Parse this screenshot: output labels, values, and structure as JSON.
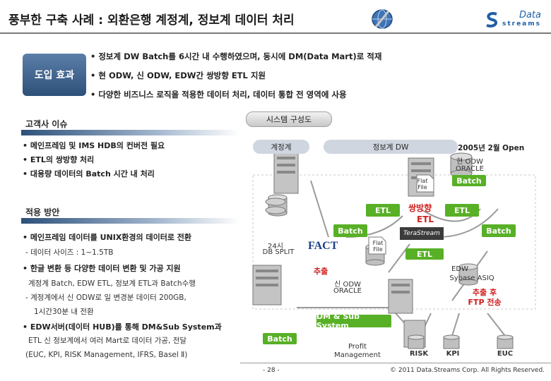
{
  "header": {
    "title": "풍부한 구축 사례 : 외환은행 계정계, 정보계 데이터 처리",
    "logo_line1": "Data",
    "logo_line2": "streams"
  },
  "intro": {
    "label": "도입 효과",
    "items": [
      "• 정보계 DW Batch를 6시간 내 수행하였으며, 동시에 DM(Data Mart)로 적재",
      "• 현 ODW, 신 ODW, EDW간 쌍방향 ETL 지원",
      "• 다양한 비즈니스 로직을 적용한 데이터 처리, 데이터 통합 전 영역에 사용"
    ]
  },
  "issues": {
    "heading": "고객사 이슈",
    "items": [
      "• 메인프레임 및 IMS HDB의 컨버전 필요",
      "• ETL의 쌍방향 처리",
      "• 대용량 데이터의 Batch 시간 내 처리"
    ]
  },
  "approach": {
    "heading": "적용 방안",
    "lines": [
      "• 메인프레임 데이터를 UNIX환경의 데이터로 전환",
      "- 데이터 사이즈 : 1~1.5TB",
      "• 한글 변환 등 다양한 데이터 변환 및 가공 지원",
      "계정계 Batch, EDW ETL, 정보계 ETL과 Batch수행",
      "- 계정계에서 신 ODW로 일 변경분 데이터 200GB,",
      "1시간30분 내 전환",
      "• EDW서버(데이터 HUB)를 통해 DM&Sub System과",
      "ETL 신 정보계에서 여러 Mart로 데이터 가공, 전달",
      "(EUC, KPI, RISK Management, IFRS, Basel Ⅱ)"
    ]
  },
  "diagram": {
    "heading": "시스템 구성도",
    "account_label": "계정계",
    "info_dw_label": "정보계 DW",
    "open_date": "2005년 2월 Open",
    "current_odw": "현 ODW",
    "oracle1": "ORACLE",
    "batch_green": "Batch",
    "flat_file1": "Flat File",
    "etl_left": "ETL",
    "bidirectional": "쌍방향",
    "etl_mid": "ETL",
    "etl_right": "ETL",
    "batch_left": "Batch",
    "batch_right": "Batch",
    "dbsplit_time": "24시",
    "dbsplit": "DB SPLIT",
    "fact_logo": "FACT",
    "tera_logo": "TeraStream",
    "flat_file2": "Flat File",
    "etl_bottom": "ETL",
    "extract1": "추출",
    "new_odw": "신 ODW",
    "oracle2": "ORACLE",
    "edw": "EDW",
    "sybase": "Sybase ASIQ",
    "extract_ftp": "추출 후 FTP 전송",
    "dm_sub": "DM & Sub System",
    "batch_bottom": "Batch",
    "profit": "Profit Management",
    "risk": "RISK",
    "kpi": "KPI",
    "euc": "EUC"
  },
  "footer": {
    "page": "- 28 -",
    "copyright": "© 2011 Data.Streams Corp. All Rights Reserved."
  }
}
